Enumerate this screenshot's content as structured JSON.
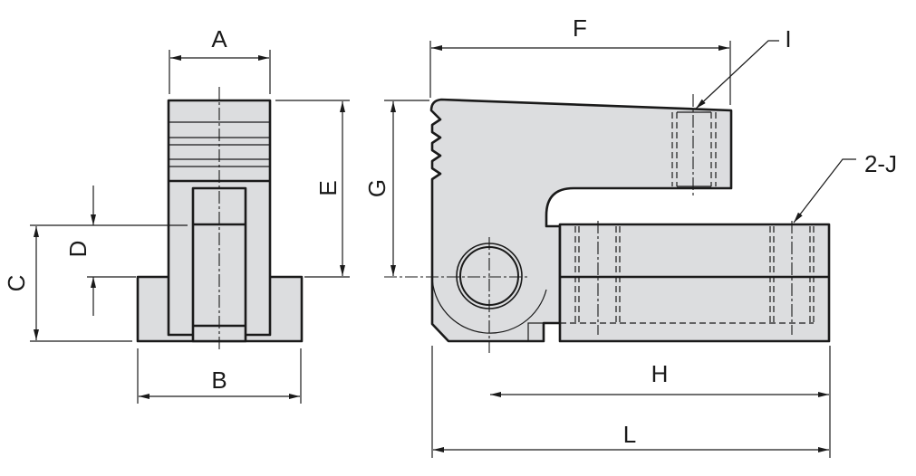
{
  "title": "Hinge clamp dimension drawing",
  "labels": {
    "A": "A",
    "B": "B",
    "C": "C",
    "D": "D",
    "E": "E",
    "F": "F",
    "G": "G",
    "H": "H",
    "I": "I",
    "J": "2-J",
    "L": "L"
  },
  "colors": {
    "part_fill": "#dcdddf",
    "line": "#1a1a1a"
  }
}
